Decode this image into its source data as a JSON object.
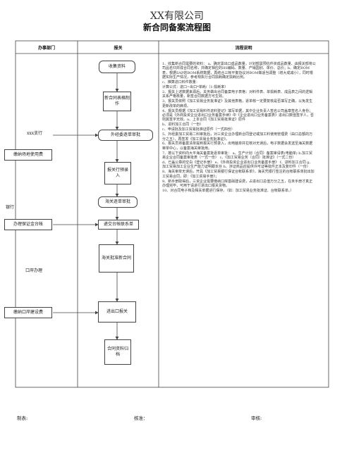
{
  "company": "XX有限公司",
  "title": "新合同备案流程图",
  "headers": [
    "办事部门",
    "报关",
    "流程说明"
  ],
  "side_labels": [
    "xxx支行",
    "银行",
    "口岸办理"
  ],
  "boxes": {
    "collect": "收集资料",
    "contract_form": "新合同表格制作",
    "approval": "外经委逐单审批",
    "customs_query": "报关行预录入",
    "customs_review": "海关逐单审批",
    "submit_ledger": "递交台帐联系单",
    "customs_approve": "海关批准新合同",
    "import_export": "进出口报关",
    "archive": "合同资料归档",
    "deposit_fee": "缴纳场地使用费",
    "bank_ledger": "办理保证金台帐",
    "port_fee": "缴纳口岸建设费"
  },
  "description": [
    "1、收集新合同需要的资料：                    a、确定需出口成品数量，计划部需预估件资成品数量、由报关部将公司品名归并成合同名称，并确定相应的HS编码、数量、产销国别、单价、总价；b、确定BOM表，根据SAP的BOM系统数据，再结合三帐平衡协议对BOM做适当调整（增大成减小），同时根据实际生产情况，参考规执行合同损耗确定损耗比例。",
    "c、推算进口料件数量：",
    "计算公式：进口=出口*单耗/（1-损耗率）",
    "2、报关上述数据来源后，关务做出合同备案电子表格：对料件表、单损耗表、成品表之间的逻辑关系严格核量，新签合同数据方可生效。",
    "3、报关员依照《加工贸易业务批准证》及其他表格，逐单核一定要复核是否填写正确，以免发生更新改单的麻烦。",
    "4、报关员根据《加工贸易料件进料登记》填写单据，其中企业负责人签名公司盖章签名人身份；必须是《外商投资企业进出口业务备案手续》中《企业进出口业务备案表》进出口数值签字人，否则其签字无效。a、上本合同《加工贸易批准证》原件",
    "b、进料加工合同（一份）",
    "c、申请批及加工贸易批准证原件（一式四份）",
    "5、外经委加工贸易二科审批后，对三资企业办理新合同登记或加工料使用管理费（由口总额的万分之五），再签发《加工贸易业务批准证》。",
    "6、报关员将备案清单提到报关行预录入，出电脑单并拉核对无误后，电子数据会发送至海关数据审单中心，以备案海关审批用。",
    "7、按以下资料向大平海关备案批逐单审批：          a、生产计划（合同）备案审请表(电脑单)            b.加工贸易企业合同备案审批表（一式一份）          c、《加工贸易业务（合同）批准证》（一式二份）",
    "d、已盖公章的空白《登记手册》                  e、《外商投资企业进出口业务备案手册》                  f、进料加工合同                               g、加工贸易加工企业生产能力证明跟本丝                  h、涉证商品应提供许可证等批件正本及复印件（一份）",
    "8、海关审单无误后，开具《加工贸易银行保证台帐联系单》，海关凭银行签注的台帐联系单批出加工贸易合同，即：《加工贸易手册》；",
    "9、新手册取得后，三资企业需要缴纳口岸基础建设费，占进出口总值万分之五，在未手册才真正办理完毕，可用于请进行进出口报关货物。",
    "10、对合同电子档及相关单据进行保存。（如：加工贸易业务批准证、台帐联系单。）"
  ],
  "footer": [
    "制表:",
    "核准：",
    "审核:"
  ]
}
